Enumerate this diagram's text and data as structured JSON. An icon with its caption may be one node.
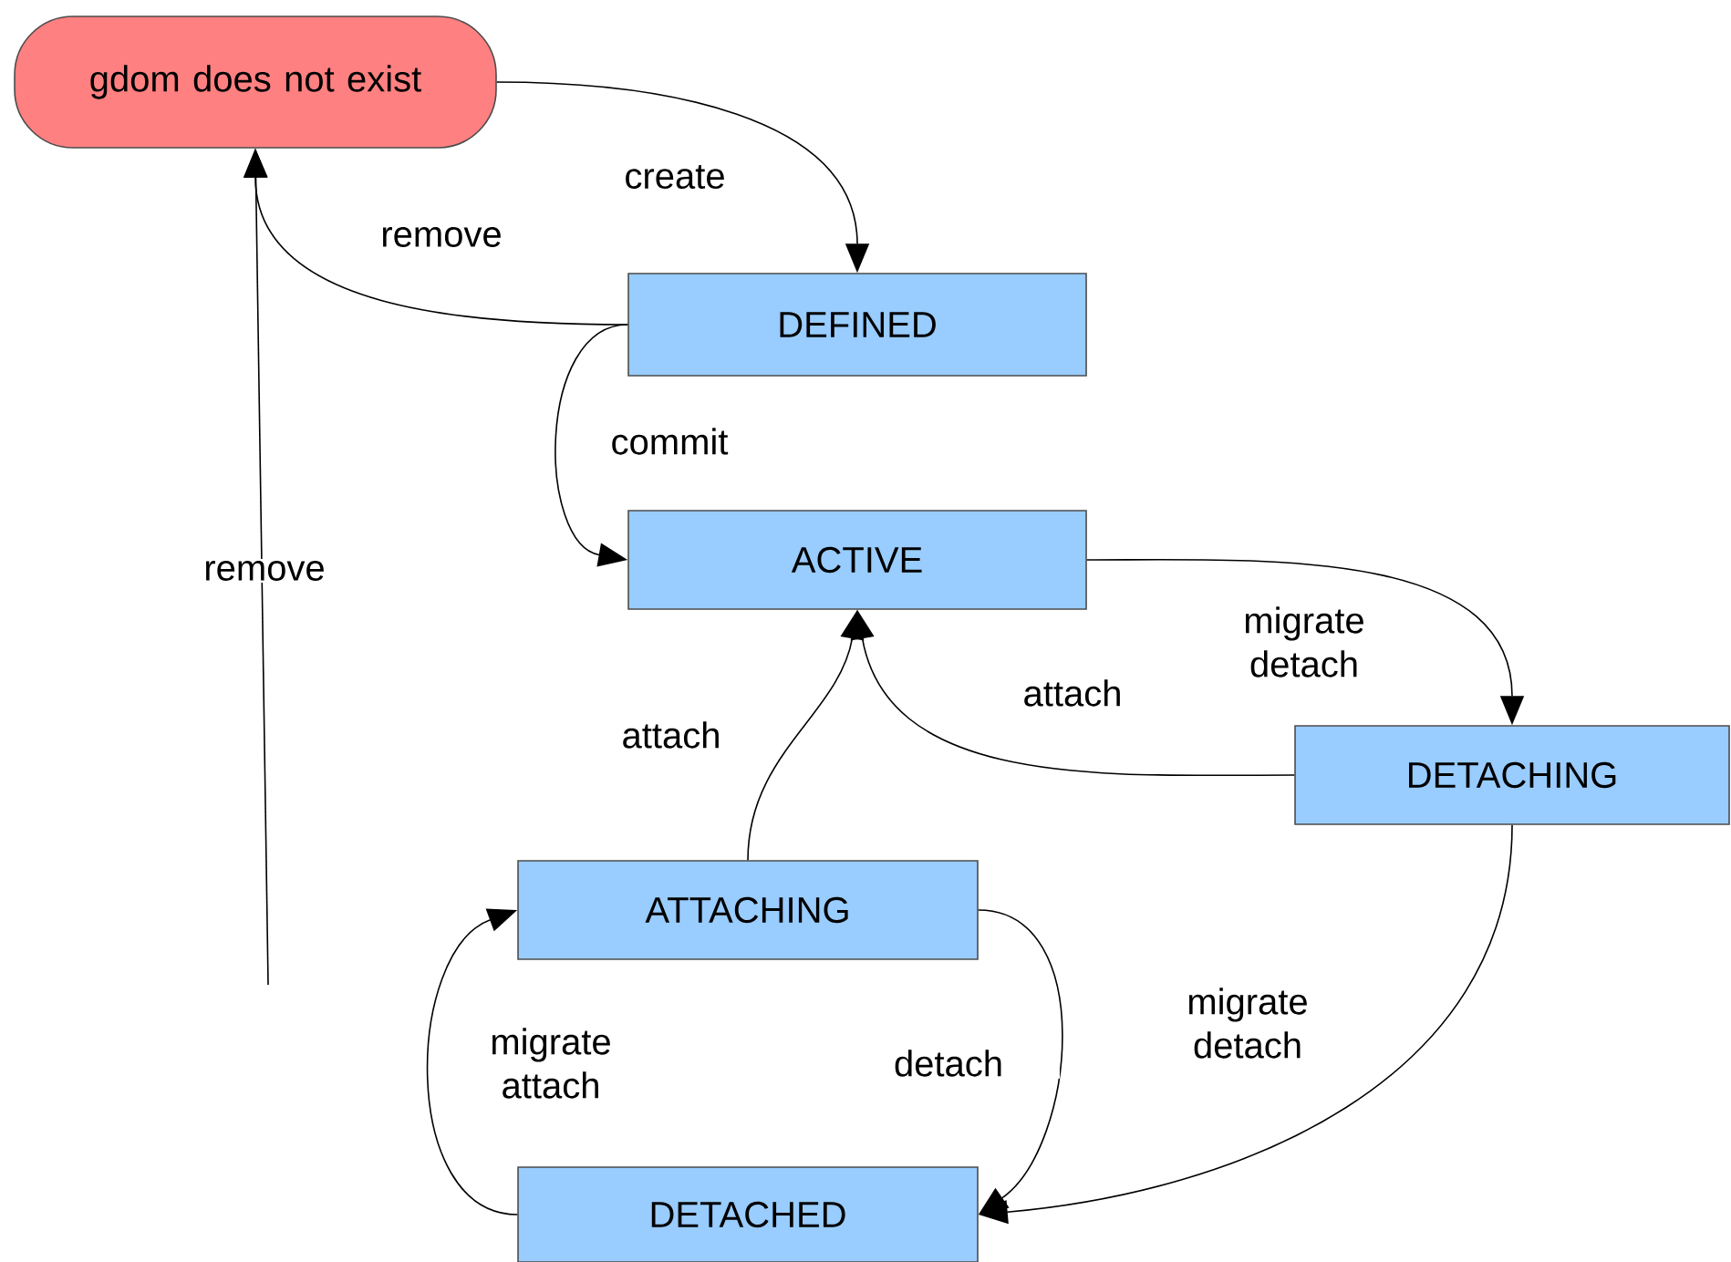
{
  "diagram": {
    "nodes": [
      {
        "text": [
          "gdom does not exist"
        ]
      },
      {
        "text": [
          "DEFINED"
        ]
      },
      {
        "text": [
          "ACTIVE"
        ]
      },
      {
        "text": [
          "DETACHING"
        ]
      },
      {
        "text": [
          "ATTACHING"
        ]
      },
      {
        "text": [
          "DETACHED"
        ]
      }
    ],
    "edges": [
      {
        "from": 0,
        "to": 1,
        "arrow": "to",
        "label": "create"
      },
      {
        "from": 1,
        "to": 0,
        "arrow": "to",
        "label": "remove"
      },
      {
        "from": 1,
        "to": 2,
        "arrow": "to",
        "label": "commit"
      },
      {
        "from": 2,
        "to": 3,
        "arrow": "to",
        "label": "migrate detach"
      },
      {
        "from": 3,
        "to": 2,
        "arrow": "to",
        "label": "attach"
      },
      {
        "from": 4,
        "to": 2,
        "arrow": "to",
        "label": "attach"
      },
      {
        "from": 4,
        "to": 5,
        "arrow": "to",
        "label": "detach"
      },
      {
        "from": 5,
        "to": 4,
        "arrow": "to",
        "label": "migrate attach"
      },
      {
        "from": 3,
        "to": 5,
        "arrow": "to",
        "label": "migrate detach"
      },
      {
        "from": null,
        "to": 0,
        "arrow": "to",
        "label": "remove"
      }
    ]
  }
}
